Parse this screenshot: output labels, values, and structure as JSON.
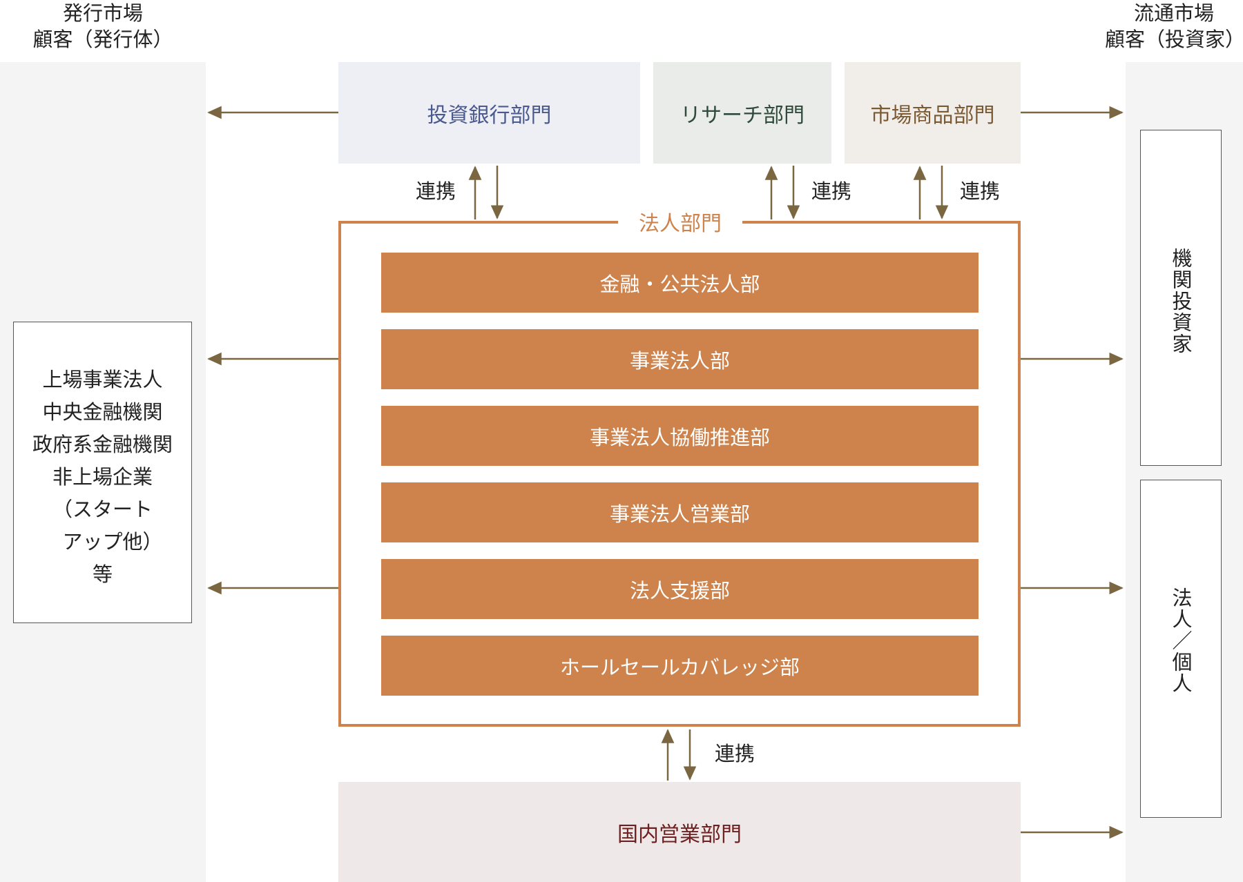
{
  "headers": {
    "issuer": {
      "line1": "発行市場",
      "line2": "顧客（発行体）"
    },
    "investor": {
      "line1": "流通市場",
      "line2": "顧客（投資家）"
    }
  },
  "issuer_clients": [
    "上場事業法人",
    "中央金融機関",
    "政府系金融機関",
    "非上場企業",
    "（スタート",
    "　アップ他）",
    "等"
  ],
  "investor_boxes": {
    "institutional": "機関投資家",
    "corporate_individual": "法人／個人"
  },
  "top_departments": {
    "ib": "投資銀行部門",
    "research": "リサーチ部門",
    "markets": "市場商品部門"
  },
  "corporate_division": {
    "title": "法人部門",
    "units": [
      "金融・公共法人部",
      "事業法人部",
      "事業法人協働推進部",
      "事業法人営業部",
      "法人支援部",
      "ホールセールカバレッジ部"
    ]
  },
  "domestic_sales": "国内営業部門",
  "link_label": "連携",
  "colors": {
    "ib_bg": "#eeeff4",
    "ib_text": "#4b5a8e",
    "research_bg": "#e9ece9",
    "research_text": "#2f4a3a",
    "markets_bg": "#f1eeea",
    "markets_text": "#7a5a32",
    "corporate": "#cd834b",
    "domestic_bg": "#efe8e8",
    "domestic_text": "#6e1f1f",
    "arrow": "#7a6640"
  }
}
